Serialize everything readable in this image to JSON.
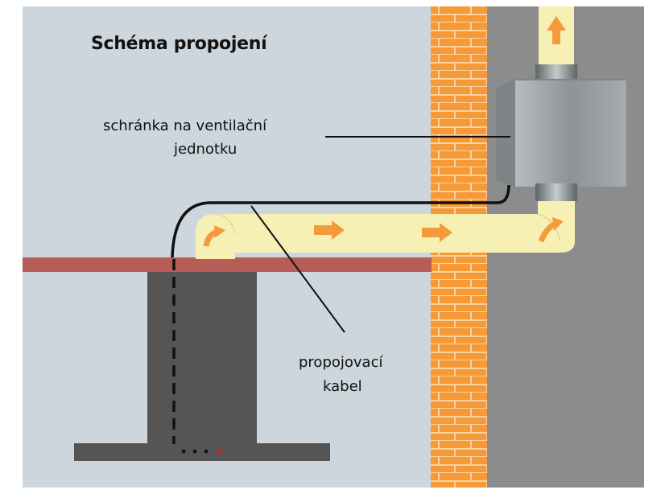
{
  "title": "Schéma propojení",
  "labels": {
    "box_line1": "schránka na ventilační",
    "box_line2": "jednotku",
    "cable_line1": "propojovací",
    "cable_line2": "kabel"
  },
  "colors": {
    "room_wall": "#cdd6dc",
    "outer_wall": "#8c8c8c",
    "brick": "#f59a37",
    "mortar": "#fbd2a0",
    "duct": "#f6f0b4",
    "arrow": "#f49a3a",
    "ceiling_board": "#b85c58",
    "hood": "#555555",
    "box_metal": "#9a9fa1",
    "cable": "#111111",
    "led_red": "#d91f1f"
  },
  "icons": [
    "up-arrow-icon",
    "right-arrow-icon",
    "elbow-arrow-icon"
  ]
}
